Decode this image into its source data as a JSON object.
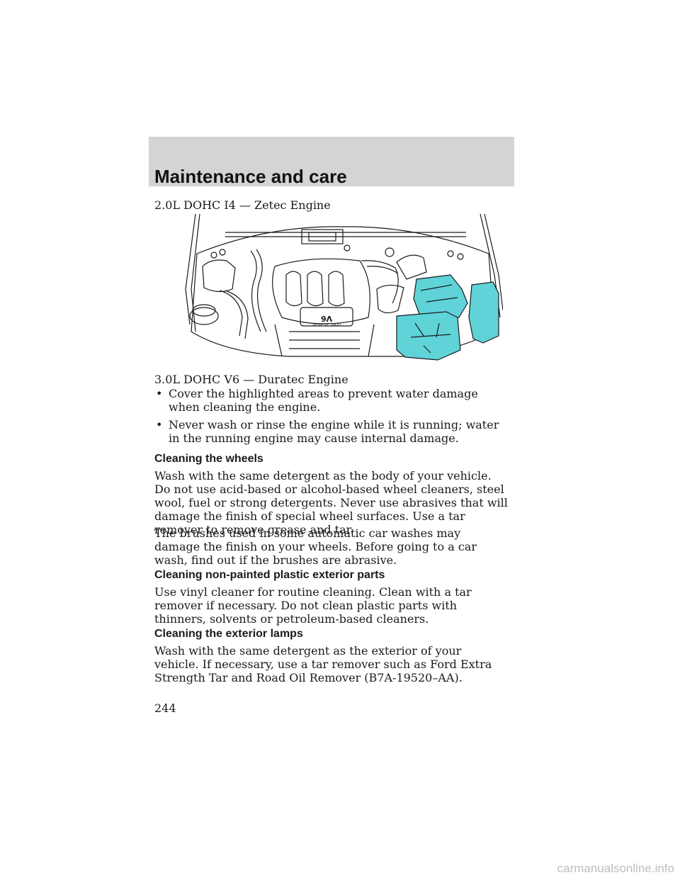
{
  "header": {
    "section_title": "Maintenance and care"
  },
  "captions": {
    "engine_i4": "2.0L DOHC I4 — Zetec Engine",
    "engine_v6": "3.0L DOHC V6 — Duratec Engine"
  },
  "figure": {
    "engine_badge_big": "V6",
    "engine_badge_small": "DOHC 24 VALVE",
    "highlight_color": "#5fd3d8",
    "line_color": "#1a1a1a"
  },
  "bullets": [
    {
      "mark": "•",
      "text": "Cover the highlighted areas to prevent water damage when cleaning the engine."
    },
    {
      "mark": "•",
      "text": "Never wash or rinse the engine while it is running; water in the running engine may cause internal damage."
    }
  ],
  "sections": [
    {
      "heading": "Cleaning the wheels",
      "paragraphs": [
        "Wash with the same detergent as the body of your vehicle. Do not use acid-based or alcohol-based wheel cleaners, steel wool, fuel or strong detergents. Never use abrasives that will damage the finish of special wheel surfaces. Use a tar remover to remove grease and tar.",
        "The brushes used in some automatic car washes may damage the finish on your wheels. Before going to a car wash, find out if the brushes are abrasive."
      ]
    },
    {
      "heading": "Cleaning non-painted plastic exterior parts",
      "paragraphs": [
        "Use vinyl cleaner for routine cleaning. Clean with a tar remover if necessary. Do not clean plastic parts with thinners, solvents or petroleum-based cleaners."
      ]
    },
    {
      "heading": "Cleaning the exterior lamps",
      "paragraphs": [
        "Wash with the same detergent as the exterior of your vehicle. If necessary, use a tar remover such as Ford Extra Strength Tar and Road Oil Remover (B7A-19520–AA)."
      ]
    }
  ],
  "footer": {
    "page_number": "244"
  },
  "watermark": "carmanualsonline.info"
}
